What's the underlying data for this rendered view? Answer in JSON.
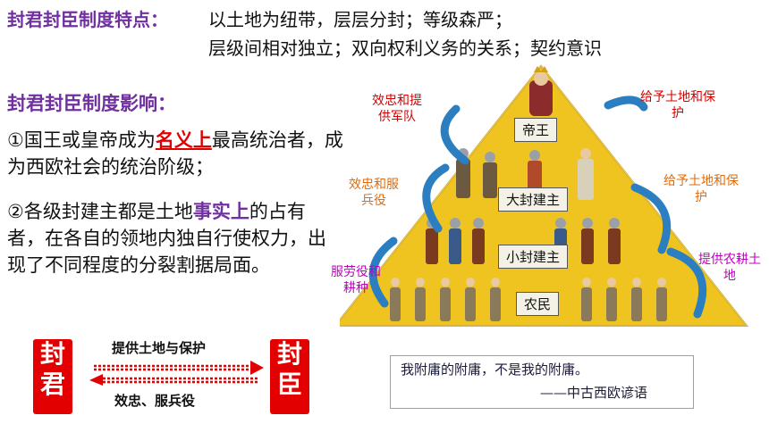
{
  "intro": {
    "features_heading": "封君封臣制度特点：",
    "features_line1": "以土地为纽带，层层分封；等级森严；",
    "features_line2": "层级间相对独立；双向权利义务的关系；契约意识"
  },
  "impact": {
    "heading": "封君封臣制度影响：",
    "point1_prefix": "①国王或皇帝成为",
    "point1_highlight": "名义上",
    "point1_suffix": "最高统治者，成为西欧社会的统治阶级；",
    "point2_prefix": "②各级封建主都是土地",
    "point2_highlight": "事实上",
    "point2_suffix": "的占有者，在各自的领地内独自行使权力，出现了不同程度的分裂割据局面。"
  },
  "relation": {
    "lord": "封君",
    "vassal": "封臣",
    "top_arrow": "提供土地与保护",
    "bottom_arrow": "效忠、服兵役",
    "accent_color": "#e30000"
  },
  "pyramid": {
    "levels": [
      "帝王",
      "大封建主",
      "小封建主",
      "农民"
    ],
    "left_notes": [
      "效忠和提供军队",
      "效忠和服兵役",
      "服劳役和耕种"
    ],
    "right_notes": [
      "给予土地和保护",
      "给予土地和保护",
      "提供农耕土地"
    ],
    "fill_color": "#f0c420",
    "arrow_color": "#2b7fc0"
  },
  "quote": {
    "text": "我附庸的附庸，不是我的附庸。",
    "source": "——中古西欧谚语"
  }
}
